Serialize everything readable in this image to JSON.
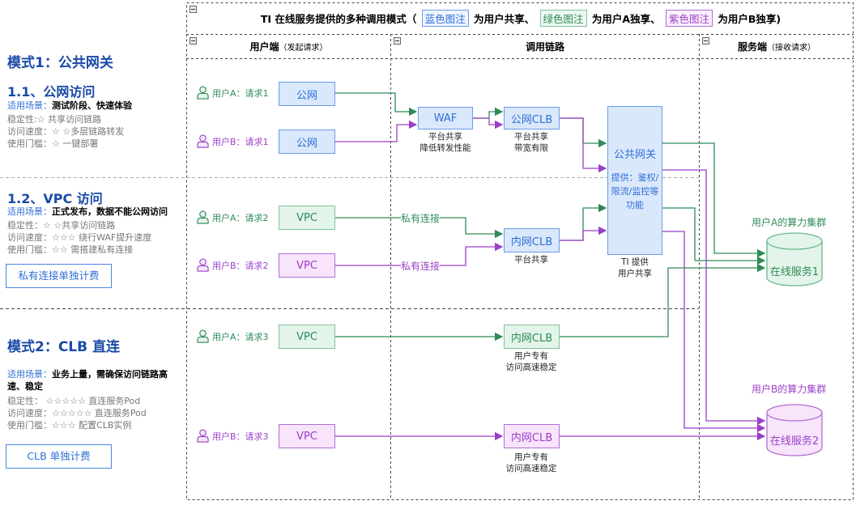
{
  "title": {
    "prefix": "TI 在线服务提供的多种调用模式（",
    "blue_tag": "蓝色图注",
    "blue_text": "为用户共享、",
    "green_tag": "绿色图注",
    "green_text": "为用户A独享、",
    "purple_tag": "紫色图注",
    "purple_text": "为用户B独享)"
  },
  "lanes": [
    {
      "label": "用户端",
      "sub": "（发起请求）"
    },
    {
      "label": "调用链路",
      "sub": ""
    },
    {
      "label": "服务端",
      "sub": "（接收请求）"
    }
  ],
  "colors": {
    "shared": "#2f6fd6",
    "user_a": "#2e8b57",
    "user_b": "#9b3fc8"
  },
  "sidebar": {
    "mode1": {
      "title": "模式1：公共网关",
      "sub1": {
        "title": "1.1、公网访问",
        "scene_key": "适用场景：",
        "scene_value": "测试阶段、快速体验",
        "attrs": [
          "稳定性:☆ 共享访问链路",
          "访问速度：☆ ☆多层链路转发",
          "使用门槛：☆ 一键部署"
        ]
      },
      "sub2": {
        "title": "1.2、VPC 访问",
        "scene_key": "适用场景：",
        "scene_value": "正式发布，数据不能公网访问",
        "attrs": [
          "稳定性：☆ ☆共享访问链路",
          "访问速度：☆☆☆ 绕行WAF提升速度",
          "使用门槛：☆☆ 需搭建私有连接"
        ],
        "fee_button": "私有连接单独计费"
      }
    },
    "mode2": {
      "title": "模式2：CLB 直连",
      "scene_key": "适用场景：",
      "scene_value_line1": "业务上量，需确保访问链路高",
      "scene_value_line2": "速、稳定",
      "attrs": [
        "稳定性：  ☆☆☆☆☆   直连服务Pod",
        "访问速度：☆☆☆☆☆    直连服务Pod",
        "使用门槛：☆☆☆ 配置CLB实例"
      ],
      "fee_button": "CLB 单独计费"
    }
  },
  "users": [
    {
      "label": "用户A：请求1",
      "node": "公网"
    },
    {
      "label": "用户B：请求1",
      "node": "公网"
    },
    {
      "label": "用户A：请求2",
      "node": "VPC"
    },
    {
      "label": "用户B：请求2",
      "node": "VPC"
    },
    {
      "label": "用户A：请求3",
      "node": "VPC"
    },
    {
      "label": "用户B：请求3",
      "node": "VPC"
    }
  ],
  "chain": {
    "waf": {
      "label": "WAF",
      "cap1": "平台共享",
      "cap2": "降低转发性能"
    },
    "public_clb": {
      "label": "公网CLB",
      "cap1": "平台共享",
      "cap2": "带宽有限"
    },
    "private_link_label": "私有连接",
    "inner_clb_shared": {
      "label": "内网CLB",
      "cap1": "平台共享"
    },
    "gateway": {
      "title": "公共网关",
      "desc": "提供：鉴权/限流/监控等功能",
      "cap1": "TI 提供",
      "cap2": "用户共享"
    },
    "inner_clb_a": {
      "label": "内网CLB",
      "cap1": "用户专有",
      "cap2": "访问高速稳定"
    },
    "inner_clb_b": {
      "label": "内网CLB",
      "cap1": "用户专有",
      "cap2": "访问高速稳定"
    }
  },
  "server": {
    "cluster_a": {
      "label": "用户A的算力集群",
      "service": "在线服务1"
    },
    "cluster_b": {
      "label": "用户B的算力集群",
      "service": "在线服务2"
    }
  }
}
